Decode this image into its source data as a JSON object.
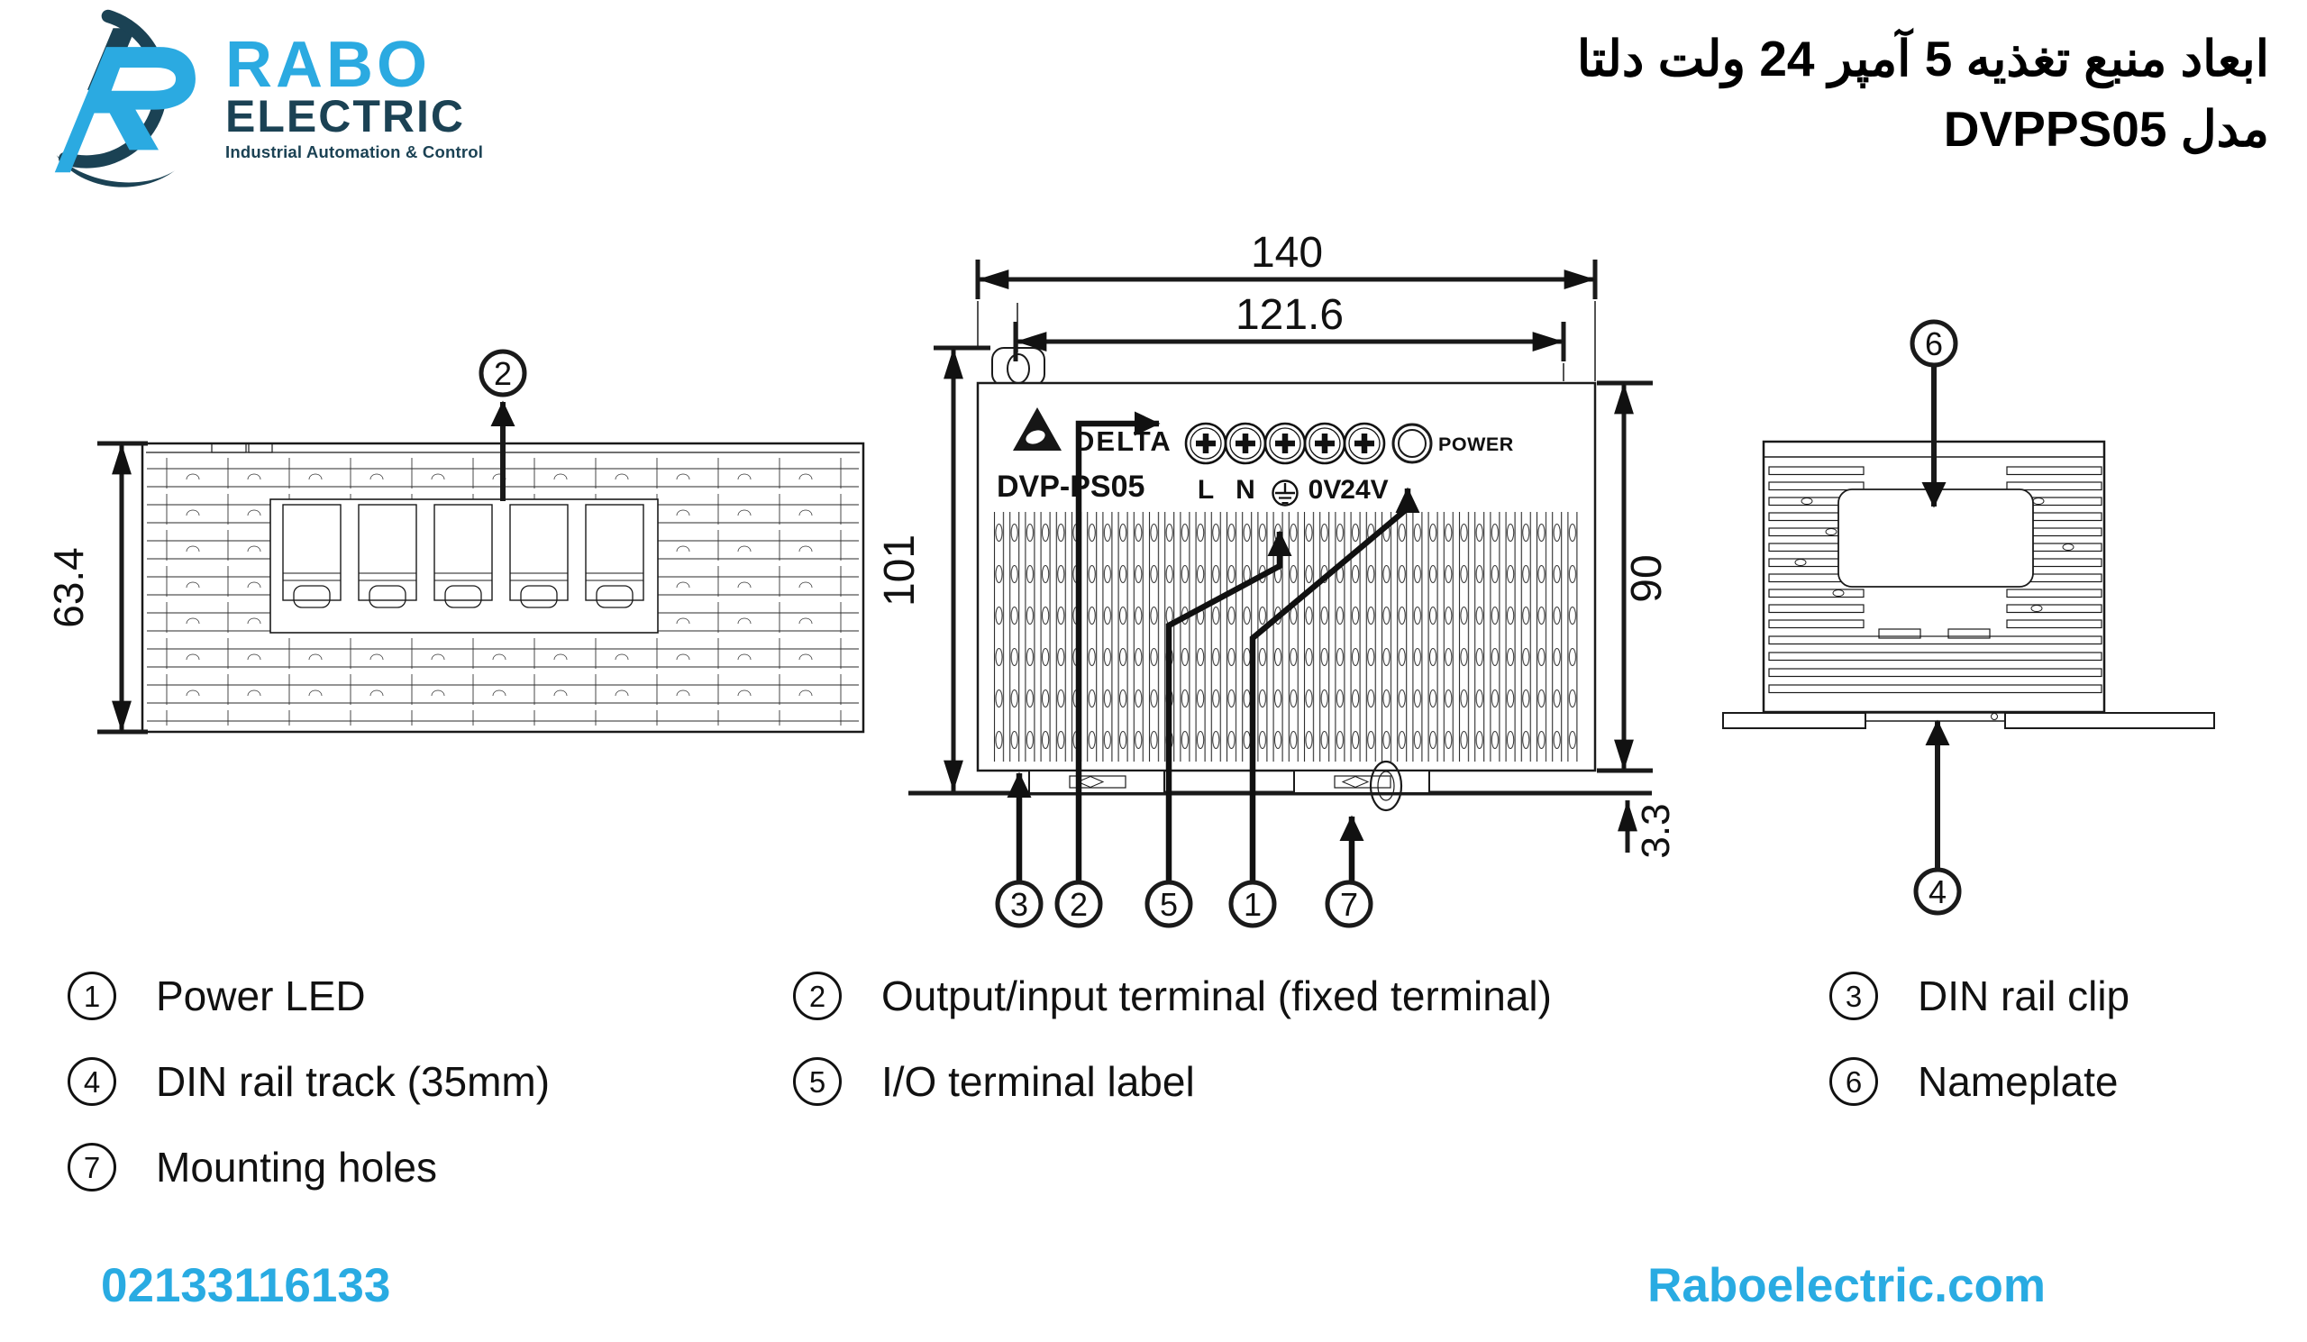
{
  "header": {
    "logo": {
      "brand": "RABO",
      "brand_sub": "ELECTRIC",
      "tagline": "Industrial Automation & Control"
    },
    "title": {
      "line1": "ابعاد منبع تغذیه 5 آمپر 24 ولت دلتا",
      "line2": "مدل DVPPS05"
    }
  },
  "drawing": {
    "dims": {
      "width": "140",
      "hole_span": "121.6",
      "height_total": "101",
      "height_body": "90",
      "clip_offset": "3.3",
      "depth": "63.4"
    },
    "front": {
      "brand": "DELTA",
      "model": "DVP-PS05",
      "power_label": "POWER",
      "terminal_l": "L",
      "terminal_n": "N",
      "terminal_0v": "0V",
      "terminal_24v": "24V"
    },
    "callouts": {
      "c1": "1",
      "c2": "2",
      "c3": "3",
      "c4": "4",
      "c5": "5",
      "c6": "6",
      "c7": "7"
    }
  },
  "legend": {
    "col1": [
      {
        "num": "1",
        "label": "Power LED"
      },
      {
        "num": "4",
        "label": "DIN rail track (35mm)"
      },
      {
        "num": "7",
        "label": "Mounting holes"
      }
    ],
    "col2": [
      {
        "num": "2",
        "label": "Output/input terminal (fixed terminal)"
      },
      {
        "num": "5",
        "label": "I/O terminal label"
      }
    ],
    "col3": [
      {
        "num": "3",
        "label": "DIN rail clip"
      },
      {
        "num": "6",
        "label": "Nameplate"
      }
    ]
  },
  "footer": {
    "phone": "02133116133",
    "website": "Raboelectric.com"
  }
}
